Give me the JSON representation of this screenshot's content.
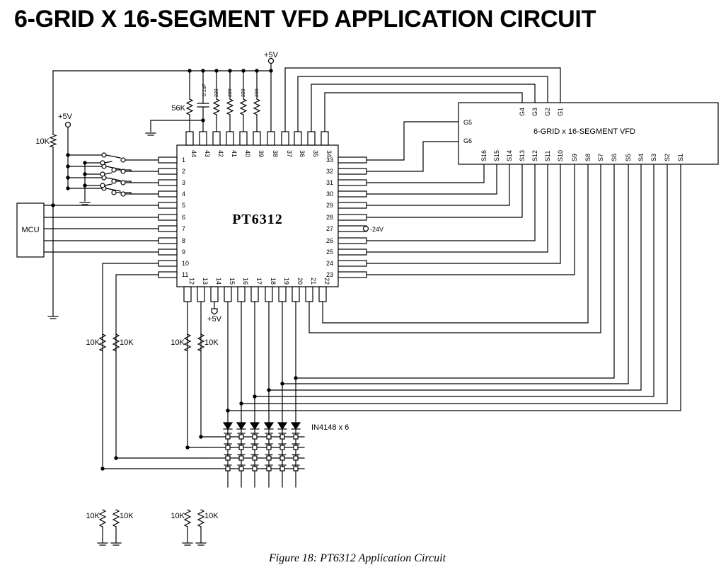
{
  "title": "6-GRID X 16-SEGMENT VFD APPLICATION CIRCUIT",
  "caption": "Figure 18: PT6312 Application Circuit",
  "chip": {
    "name": "PT6312",
    "pins_left": [
      "1",
      "2",
      "3",
      "4",
      "5",
      "6",
      "7",
      "8",
      "9",
      "10",
      "11"
    ],
    "pins_top": [
      "44",
      "43",
      "42",
      "41",
      "40",
      "39",
      "38",
      "37",
      "36",
      "35",
      "34"
    ],
    "pins_right": [
      "33",
      "32",
      "31",
      "30",
      "29",
      "28",
      "27",
      "26",
      "25",
      "24",
      "23"
    ],
    "pins_bottom": [
      "12",
      "13",
      "14",
      "15",
      "16",
      "17",
      "18",
      "19",
      "20",
      "21",
      "22"
    ]
  },
  "mcu": {
    "label": "MCU"
  },
  "vfd": {
    "label": "6-GRID x 16-SEGMENT VFD",
    "grids_top": [
      "G4",
      "G3",
      "G2",
      "G1"
    ],
    "grids_left": [
      "G5",
      "G6"
    ],
    "segments": [
      "S16",
      "S15",
      "S14",
      "S13",
      "S12",
      "S11",
      "S10",
      "S9",
      "S8",
      "S7",
      "S6",
      "S5",
      "S4",
      "S3",
      "S2",
      "S1"
    ]
  },
  "labels": {
    "vcc_top": "+5V",
    "vcc_left": "+5V",
    "vcc_bottom": "+5V",
    "r_left": "10K",
    "r_56k": "56K",
    "cap": "0.1uF",
    "r_220": "220",
    "neg24": "-24V",
    "diodes": "IN4148 x 6",
    "r10k": "10K"
  }
}
